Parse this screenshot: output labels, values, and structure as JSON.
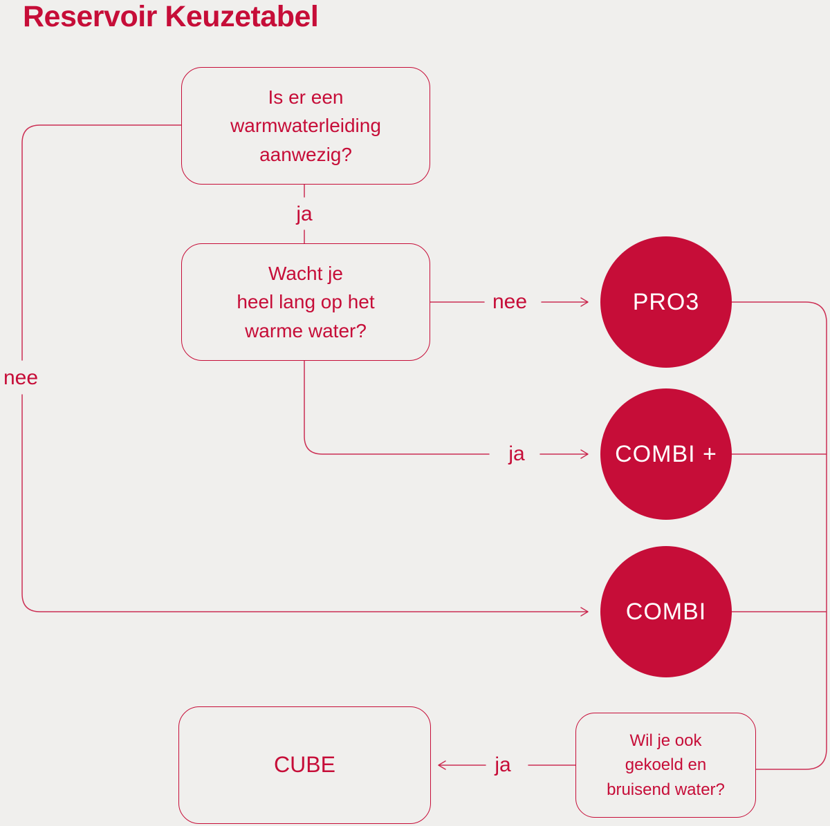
{
  "title": "Reservoir Keuzetabel",
  "colors": {
    "brand": "#C60D38",
    "background": "#F0EFED",
    "node_text": "#FFFFFF"
  },
  "flowchart": {
    "questions": {
      "q1": {
        "text": "Is er een\nwarmwaterleiding\naanwezig?"
      },
      "q2": {
        "text": "Wacht je\nheel lang op het\nwarme water?"
      },
      "q3": {
        "text": "Wil je ook\ngekoeld en\nbruisend water?"
      }
    },
    "results": {
      "pro3": {
        "label": "PRO3"
      },
      "combi_plus": {
        "label": "COMBI +"
      },
      "combi": {
        "label": "COMBI"
      },
      "cube": {
        "label": "CUBE"
      }
    },
    "edges": {
      "q1_ja": "ja",
      "q1_nee": "nee",
      "q2_nee": "nee",
      "q2_ja": "ja",
      "q3_ja": "ja"
    }
  }
}
